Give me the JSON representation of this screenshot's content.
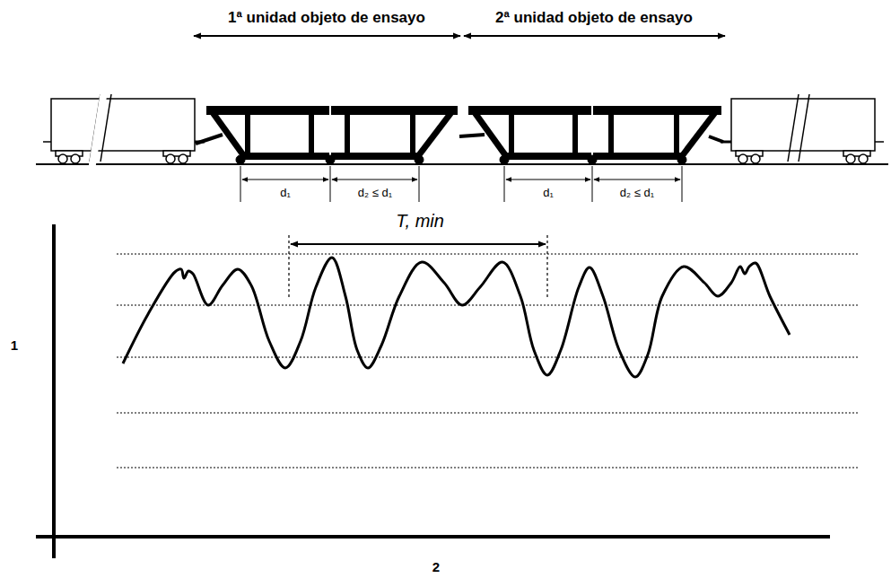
{
  "diagram": {
    "labels": [
      "1ª unidad objeto de ensayo",
      "2ª unidad objeto de ensayo",
      "d₁",
      "d₂ ≤ d₁",
      "d₁",
      "d₂ ≤ d₁",
      "T, min",
      "1",
      "2"
    ]
  }
}
